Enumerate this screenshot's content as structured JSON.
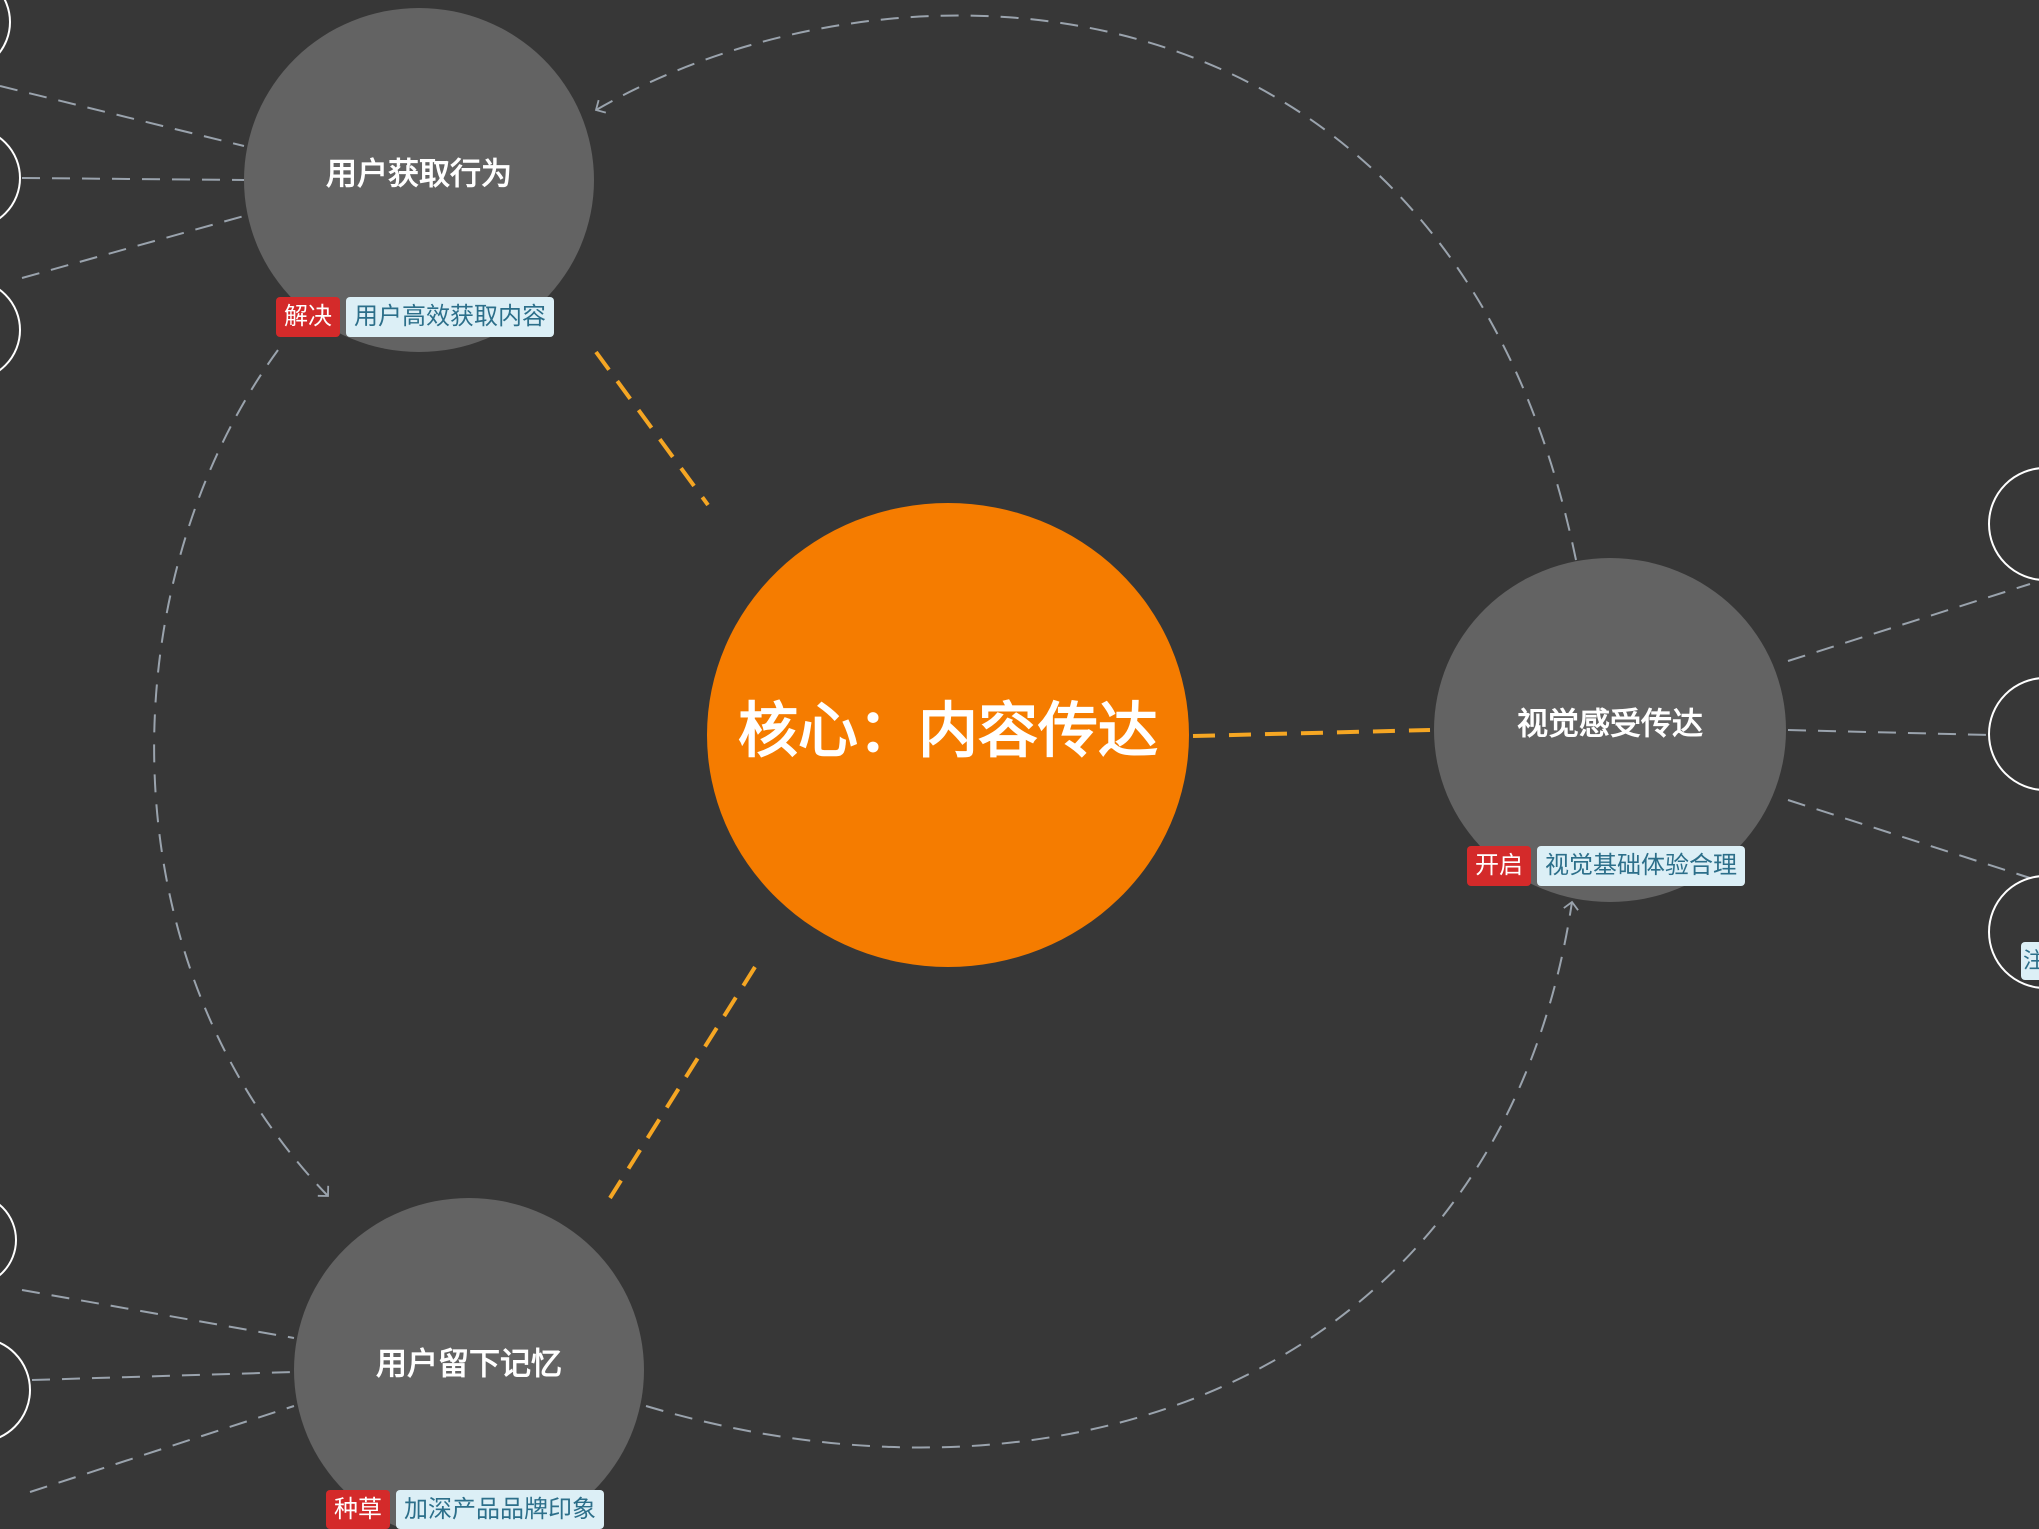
{
  "colors": {
    "background": "#373737",
    "core_fill": "#f57c00",
    "node_fill": "#636363",
    "core_link": "#f5a623",
    "cycle_link": "#9aa3ad",
    "edge_circle_stroke": "#ffffff",
    "tag_red": "#d42a2a",
    "tag_light": "#dceff6",
    "tag_light_text": "#2c6f8a"
  },
  "core": {
    "title": "核心：内容传达"
  },
  "nodes": [
    {
      "id": "acquire",
      "title": "用户获取行为",
      "tag_label": "解决",
      "tag_text": "用户高效获取内容"
    },
    {
      "id": "visual",
      "title": "视觉感受传达",
      "tag_label": "开启",
      "tag_text": "视觉基础体验合理"
    },
    {
      "id": "memory",
      "title": "用户留下记忆",
      "tag_label": "种草",
      "tag_text": "加深产品品牌印象"
    }
  ],
  "partial_label": "注"
}
